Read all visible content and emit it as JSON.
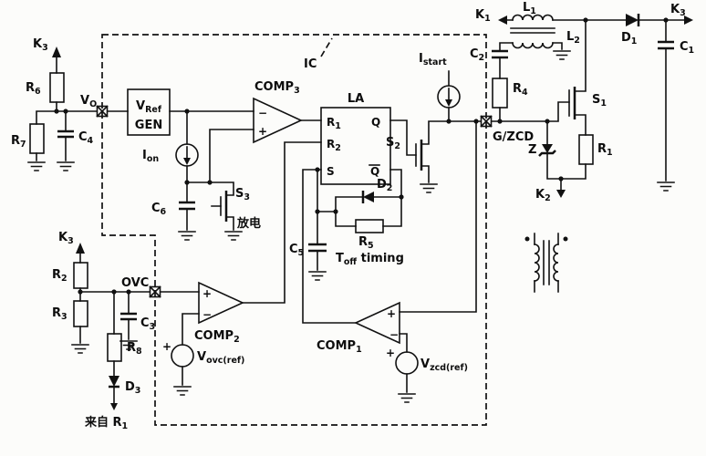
{
  "figure": {
    "kind": "patent circuit schematic",
    "ink_color": "#111111",
    "paper_color": "#fcfcfa"
  },
  "signs": {
    "plus": "+",
    "minus": "−"
  },
  "labels": {
    "k3_top_left": {
      "t": "K",
      "s": "3"
    },
    "r6": {
      "t": "R",
      "s": "6"
    },
    "r7": {
      "t": "R",
      "s": "7"
    },
    "c4": {
      "t": "C",
      "s": "4"
    },
    "vo": {
      "t": "V",
      "s": "O"
    },
    "vref_l1": {
      "t": "V",
      "s": "Ref"
    },
    "vref_l2": {
      "t": "GEN",
      "s": ""
    },
    "ion": {
      "t": "I",
      "s": "on"
    },
    "c6": {
      "t": "C",
      "s": "6"
    },
    "s3": {
      "t": "S",
      "s": "3"
    },
    "discharge": {
      "t": "放电",
      "s": ""
    },
    "comp3": {
      "t": "COMP",
      "s": "3"
    },
    "la": {
      "t": "LA",
      "s": ""
    },
    "pin_r1": {
      "t": "R",
      "s": "1"
    },
    "pin_r2": {
      "t": "R",
      "s": "2"
    },
    "pin_s": {
      "t": "S",
      "s": ""
    },
    "pin_q": {
      "t": "Q",
      "s": ""
    },
    "pin_qbar": {
      "t": "Q",
      "s": ""
    },
    "d2": {
      "t": "D",
      "s": "2"
    },
    "r5": {
      "t": "R",
      "s": "5"
    },
    "toff": {
      "t": "T",
      "s": "off",
      "t2": " timing"
    },
    "c5": {
      "t": "C",
      "s": "5"
    },
    "s2": {
      "t": "S",
      "s": "2"
    },
    "istart": {
      "t": "I",
      "s": "start"
    },
    "gzcd": {
      "t": "G/ZCD",
      "s": ""
    },
    "ic": {
      "t": "IC",
      "s": ""
    },
    "k3_bottom_left": {
      "t": "K",
      "s": "3"
    },
    "r2": {
      "t": "R",
      "s": "2"
    },
    "ovc": {
      "t": "OVC",
      "s": ""
    },
    "r3": {
      "t": "R",
      "s": "3"
    },
    "c3": {
      "t": "C",
      "s": "3"
    },
    "r8": {
      "t": "R",
      "s": "8"
    },
    "d3": {
      "t": "D",
      "s": "3"
    },
    "from_r1": {
      "t": "来自 R",
      "s": "1"
    },
    "comp2": {
      "t": "COMP",
      "s": "2"
    },
    "vovc": {
      "t": "V",
      "s": "ovc(ref)"
    },
    "comp1": {
      "t": "COMP",
      "s": "1"
    },
    "vzcd": {
      "t": "V",
      "s": "zcd(ref)"
    },
    "k1": {
      "t": "K",
      "s": "1"
    },
    "l1": {
      "t": "L",
      "s": "1"
    },
    "l2": {
      "t": "L",
      "s": "2"
    },
    "c2": {
      "t": "C",
      "s": "2"
    },
    "r4": {
      "t": "R",
      "s": "4"
    },
    "d1": {
      "t": "D",
      "s": "1"
    },
    "k3_top_right": {
      "t": "K",
      "s": "3"
    },
    "c1": {
      "t": "C",
      "s": "1"
    },
    "s1": {
      "t": "S",
      "s": "1"
    },
    "z": {
      "t": "Z",
      "s": ""
    },
    "r1_right": {
      "t": "R",
      "s": "1"
    },
    "k2": {
      "t": "K",
      "s": "2"
    }
  }
}
